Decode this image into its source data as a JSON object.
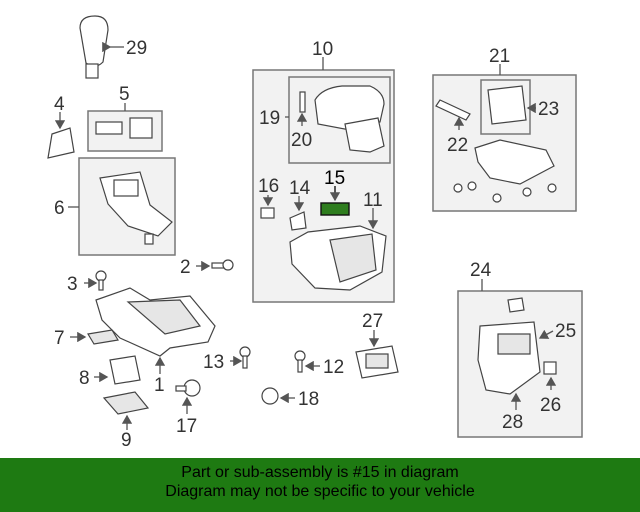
{
  "diagram": {
    "callouts": [
      "29",
      "5",
      "4",
      "6",
      "10",
      "19",
      "20",
      "15",
      "16",
      "14",
      "11",
      "21",
      "23",
      "22",
      "3",
      "2",
      "7",
      "8",
      "9",
      "1",
      "13",
      "17",
      "12",
      "27",
      "18",
      "24",
      "25",
      "26",
      "28"
    ],
    "highlight_part": "15",
    "highlight_color": "#2e7d1e"
  },
  "banner": {
    "line1": "Part or sub-assembly is #15 in diagram",
    "line2": "Diagram may not be specific to your vehicle",
    "color": "#1e7a12"
  }
}
